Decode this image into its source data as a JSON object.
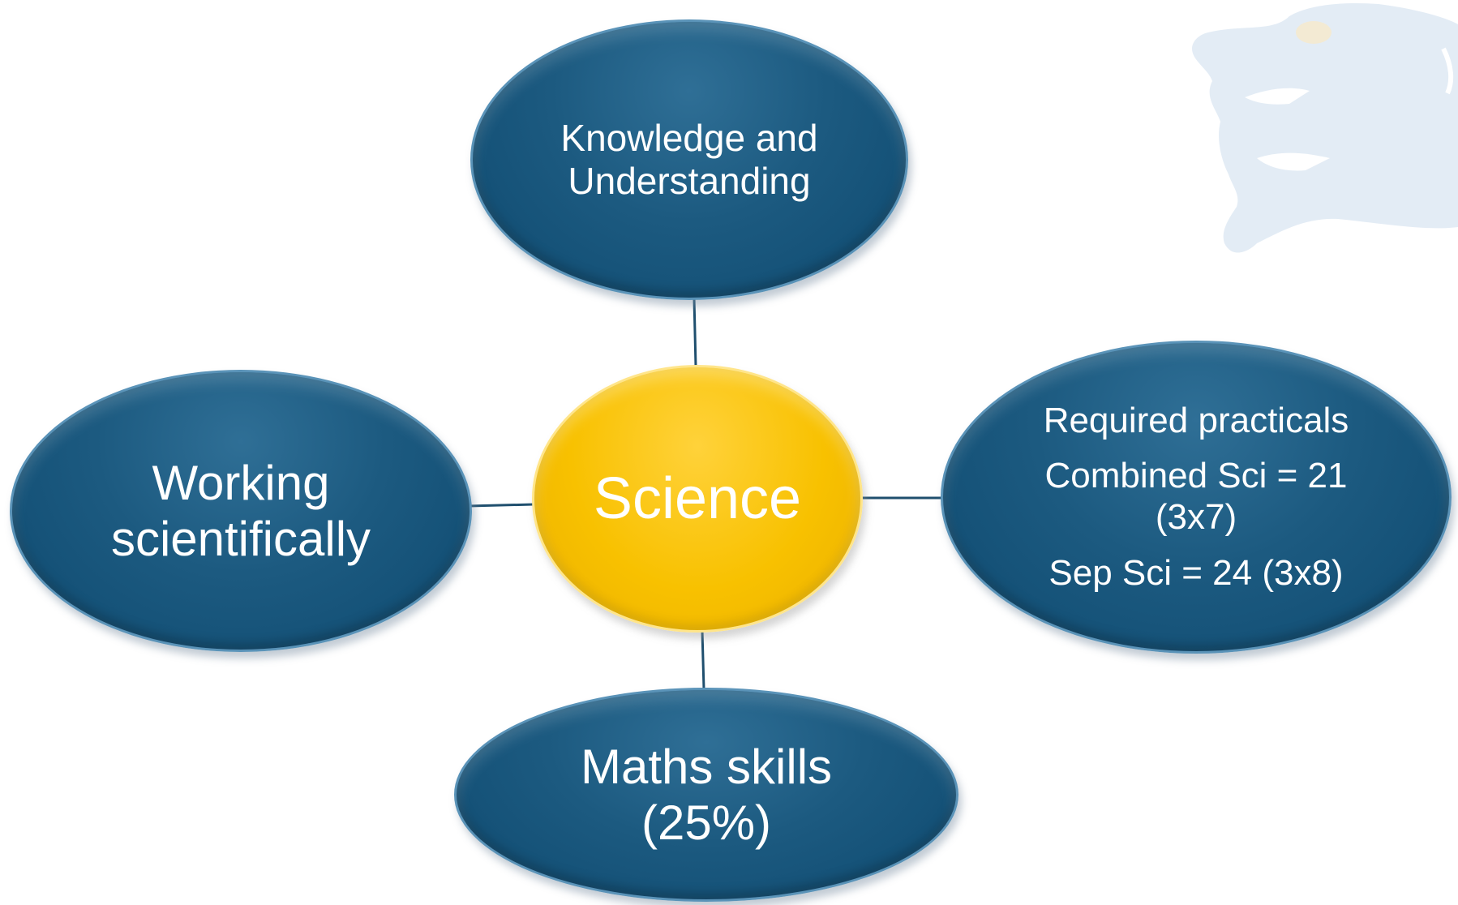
{
  "diagram": {
    "center": {
      "label": "Science"
    },
    "nodes": {
      "top": {
        "lines": [
          "Knowledge and",
          "Understanding"
        ]
      },
      "left": {
        "lines": [
          "Working",
          "scientifically"
        ]
      },
      "right": {
        "lines": [
          "Required practicals",
          "Combined Sci = 21",
          "(3x7)",
          "Sep Sci =  24 (3x8)"
        ]
      },
      "bottom": {
        "lines": [
          "Maths skills",
          "(25%)"
        ]
      }
    }
  },
  "colors": {
    "node_blue": "#1c5a80",
    "center_gold": "#f8c100",
    "connector": "#1f4f6e",
    "watermark": "#e3ecf5"
  },
  "icons": {
    "watermark": "animal-head-logo"
  }
}
